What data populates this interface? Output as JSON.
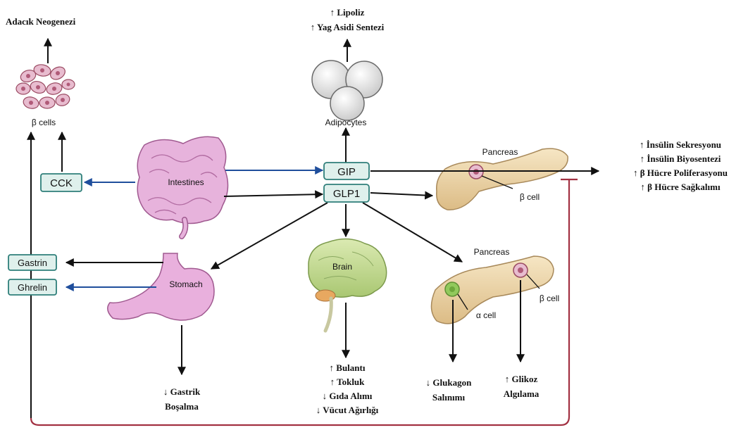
{
  "colors": {
    "black_arrow": "#111111",
    "blue_arrow": "#1f4e9c",
    "inhibit_red": "#a23142",
    "box_fill": "#dff0ec",
    "box_stroke": "#2f7f7a",
    "pancreas": "#f0d9ac",
    "intestine": "#e7b3dc",
    "stomach": "#e9b0dd",
    "brain": "#c7dd95",
    "beta_cell": "#e8bccf",
    "alpha_cell": "#92c95c"
  },
  "labels": {
    "adacik": "Adacık Neogenezi",
    "beta_cells": "β cells",
    "lipoliz": "↑ Lipoliz",
    "yag": "↑ Yag Asidi Sentezi",
    "adipocytes": "Adipocytes",
    "cck": "CCK",
    "intestines": "Intestines",
    "gip": "GIP",
    "glp1": "GLP1",
    "pancreas_top": "Pancreas",
    "beta_cell_top": "β cell",
    "gastrin": "Gastrin",
    "ghrelin": "Ghrelin",
    "stomach": "Stomach",
    "brain": "Brain",
    "pancreas_bottom": "Pancreas",
    "alpha_cell": "α cell",
    "beta_cell_bottom": "β cell",
    "gastrik_1": "↓ Gastrik",
    "gastrik_2": "Boşalma",
    "brain_effects": [
      "↑ Bulantı",
      "↑ Tokluk",
      "↓ Gıda Alımı",
      "↓ Vücut Ağırlığı"
    ],
    "glukagon_1": "↓ Glukagon",
    "glukagon_2": "Salınımı",
    "glikoz_1": "↑ Glikoz",
    "glikoz_2": "Algılama",
    "insulin_effects": [
      "↑ İnsülin Sekresyonu",
      "↑ İnsülin Biyosentezi",
      "↑ β Hücre Poliferasyonu",
      "↑ β Hücre Sağkalımı"
    ]
  }
}
